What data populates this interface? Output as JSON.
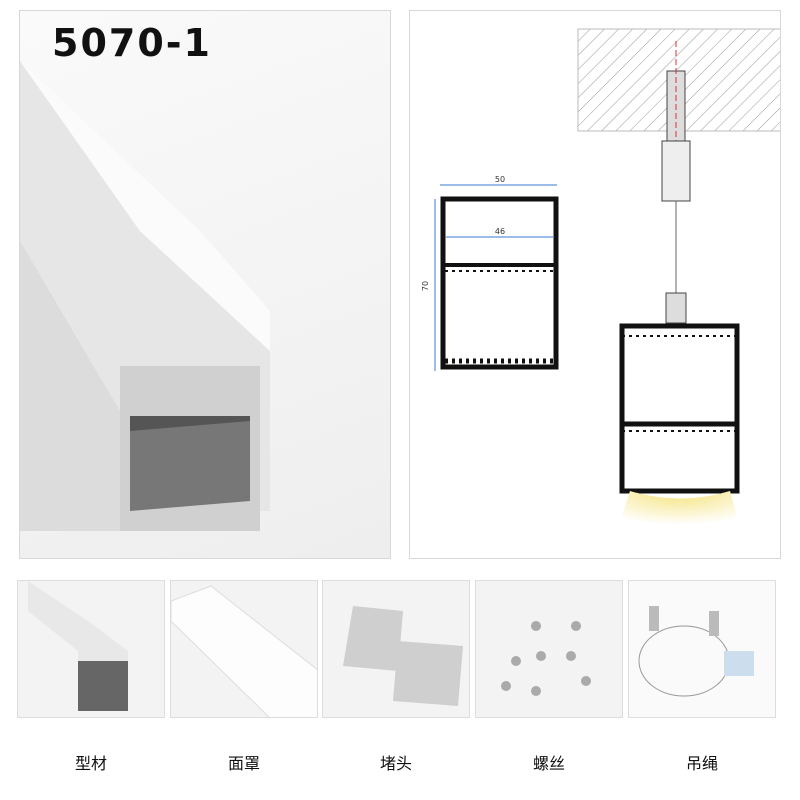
{
  "product": {
    "model": "5070-1"
  },
  "drawing": {
    "width_label": "50",
    "inner_width_label": "46",
    "height_label": "70"
  },
  "accessories": [
    {
      "label": "型材"
    },
    {
      "label": "面罩"
    },
    {
      "label": "堵头"
    },
    {
      "label": "螺丝"
    },
    {
      "label": "吊绳"
    }
  ],
  "colors": {
    "dimension_line": "#3a7bd5",
    "light_glow": "#f3e6a0"
  }
}
